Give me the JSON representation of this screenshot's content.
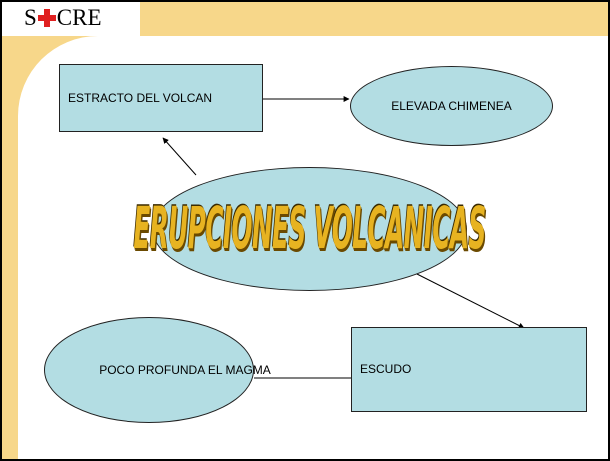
{
  "header": {
    "logo_left": "S",
    "logo_right": "CRE",
    "logo_icon": "red-cross-icon",
    "accent_color": "#f7d78a",
    "node_color": "#b3dde3",
    "cross_color": "#e02020"
  },
  "diagram": {
    "central": "ERUPCIONES VOLCANICAS",
    "nodes": [
      {
        "id": "estracto",
        "label": "ESTRACTO DEL VOLCAN",
        "shape": "rectangle"
      },
      {
        "id": "elevada",
        "label": "ELEVADA CHIMENEA",
        "shape": "ellipse"
      },
      {
        "id": "escudo",
        "label": "ESCUDO",
        "shape": "rectangle"
      },
      {
        "id": "poco",
        "label": "POCO PROFUNDA EL MAGMA",
        "shape": "ellipse"
      }
    ],
    "edges": [
      {
        "from": "central",
        "to": "estracto",
        "arrow": true
      },
      {
        "from": "estracto",
        "to": "elevada",
        "arrow": true
      },
      {
        "from": "central",
        "to": "escudo",
        "arrow": true
      },
      {
        "from": "escudo",
        "to": "poco",
        "arrow": false
      }
    ]
  }
}
